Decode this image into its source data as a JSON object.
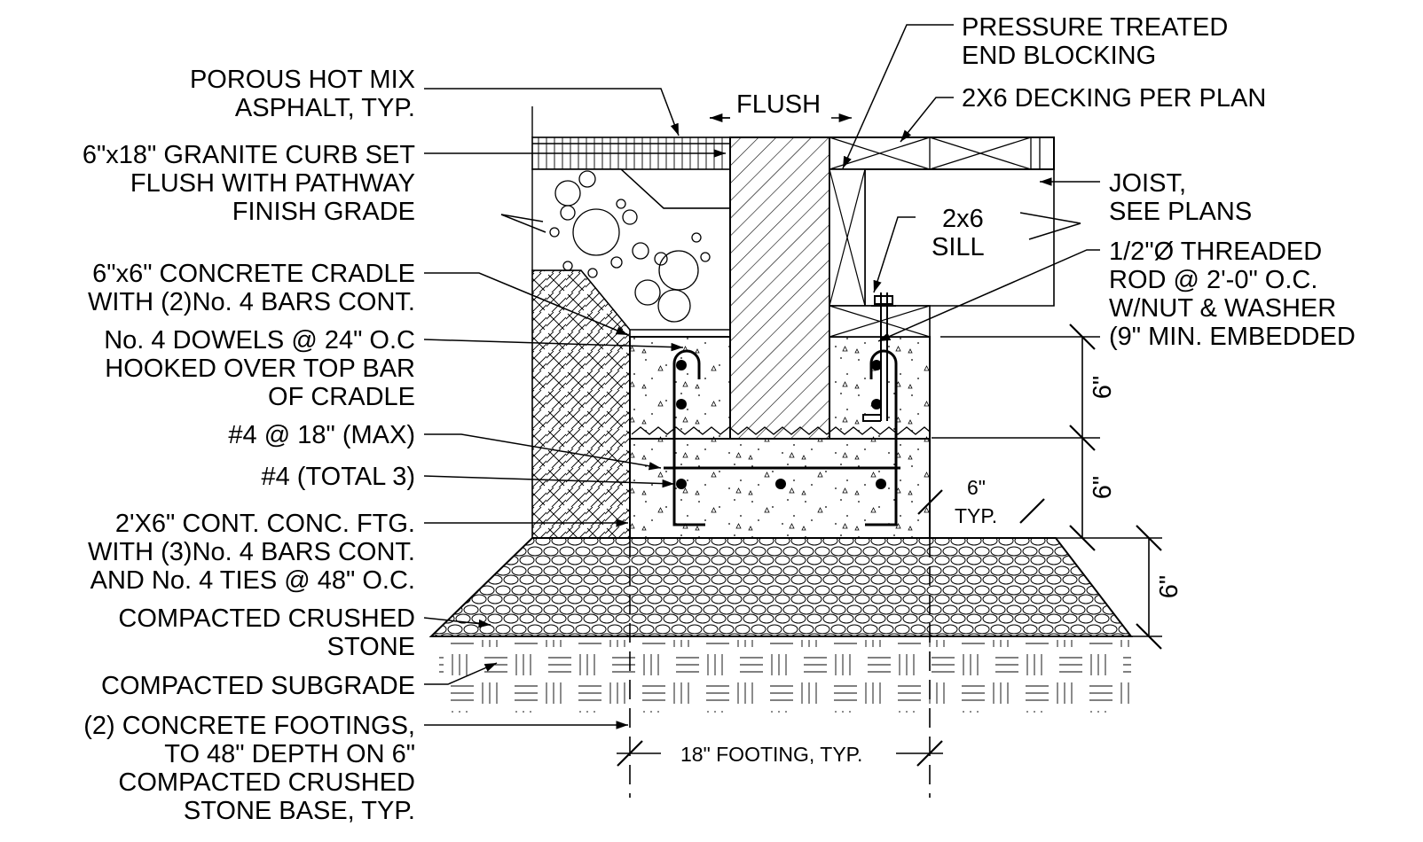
{
  "callouts_left": {
    "asphalt": [
      "POROUS HOT MIX",
      "ASPHALT, TYP."
    ],
    "curb": [
      "6\"x18\" GRANITE CURB SET",
      "FLUSH WITH PATHWAY",
      "FINISH GRADE"
    ],
    "cradle": [
      "6\"x6\" CONCRETE CRADLE",
      "WITH (2)No. 4 BARS CONT."
    ],
    "dowels": [
      "No. 4 DOWELS @ 24\" O.C",
      "HOOKED OVER TOP BAR",
      "OF CRADLE"
    ],
    "rebar_max": [
      "#4 @ 18\" (MAX)"
    ],
    "rebar_total": [
      "#4 (TOTAL 3)"
    ],
    "footing": [
      "2'X6\" CONT. CONC. FTG.",
      "WITH (3)No. 4 BARS CONT.",
      "AND No. 4 TIES @ 48\" O.C."
    ],
    "crushed_stone": [
      "COMPACTED CRUSHED",
      "STONE"
    ],
    "subgrade": [
      "COMPACTED SUBGRADE"
    ],
    "footings": [
      "(2) CONCRETE FOOTINGS,",
      "TO 48\" DEPTH ON 6\"",
      "COMPACTED CRUSHED",
      "STONE BASE, TYP."
    ]
  },
  "callouts_right": {
    "end_blocking": [
      "PRESSURE TREATED",
      "END BLOCKING"
    ],
    "decking": [
      "2X6 DECKING PER PLAN"
    ],
    "joist": [
      "JOIST,",
      "SEE PLANS"
    ],
    "sill": [
      "2x6",
      "SILL"
    ],
    "rod": [
      "1/2\"Ø THREADED",
      "ROD @ 2'-0\" O.C.",
      "W/NUT & WASHER",
      "(9\" MIN. EMBEDDED"
    ]
  },
  "dimensions": {
    "flush": "FLUSH",
    "six_inch": "6\"",
    "six_typ": [
      "6\"",
      "TYP."
    ],
    "footing_width": "18\" FOOTING, TYP."
  },
  "colors": {
    "line": "#000000",
    "background": "#ffffff"
  }
}
